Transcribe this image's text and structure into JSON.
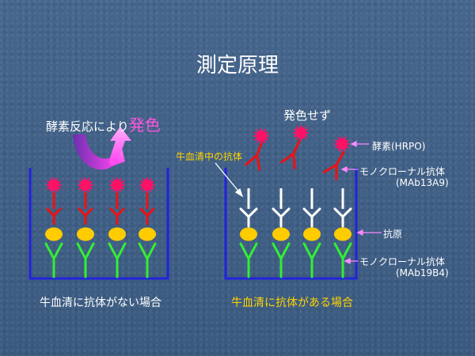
{
  "title": "測定原理",
  "reaction": {
    "prefix": "酵素反応により",
    "highlight": "発色"
  },
  "no_color": "発色せず",
  "labels": {
    "serum_antibody": "牛血清中の抗体",
    "enzyme": "酵素(HRPO)",
    "mab_top_line1": "モノクローナル抗体",
    "mab_top_line2": "(MAb13A9)",
    "antigen": "抗原",
    "mab_bottom_line1": "モノクローナル抗体",
    "mab_bottom_line2": "(MAb19B4)"
  },
  "captions": {
    "left": "牛血清に抗体がない場合",
    "right": "牛血清に抗体がある場合"
  },
  "colors": {
    "well": "#2222dd",
    "capture_antibody": "#33ee33",
    "antigen": "#ffcc00",
    "labeled_antibody": "#ee1111",
    "enzyme": "#ff1166",
    "serum_antibody": "#ffffff",
    "pointer": "#ff88ff",
    "arrow": "#ff44ee"
  },
  "icons": [
    "curved-arrow-icon",
    "antibody-icon",
    "enzyme-icon",
    "antigen-icon"
  ]
}
